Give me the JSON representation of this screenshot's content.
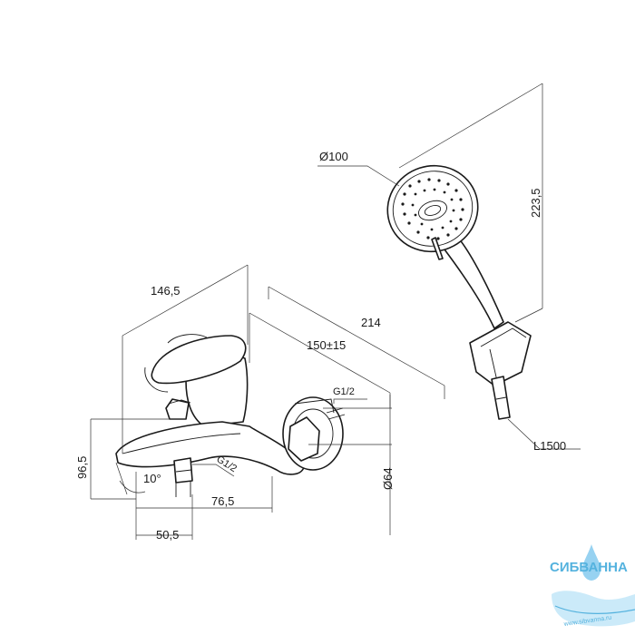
{
  "dimensions": {
    "width_total": "146,5",
    "length_214": "214",
    "range_150": "150±15",
    "thread_top": "G1/2",
    "thread_bottom": "G1/2",
    "height_96": "96,5",
    "angle": "10°",
    "spout_76": "76,5",
    "spout_50": "50,5",
    "diameter_64": "Ø64",
    "shower_diameter": "Ø100",
    "shower_height": "223,5",
    "hose_length": "L1500"
  },
  "watermark": {
    "brand": "СИБВАННА",
    "url": "www.sibvanna.ru"
  },
  "colors": {
    "line": "#1a1a1a",
    "watermark": "#2a9fd6"
  }
}
